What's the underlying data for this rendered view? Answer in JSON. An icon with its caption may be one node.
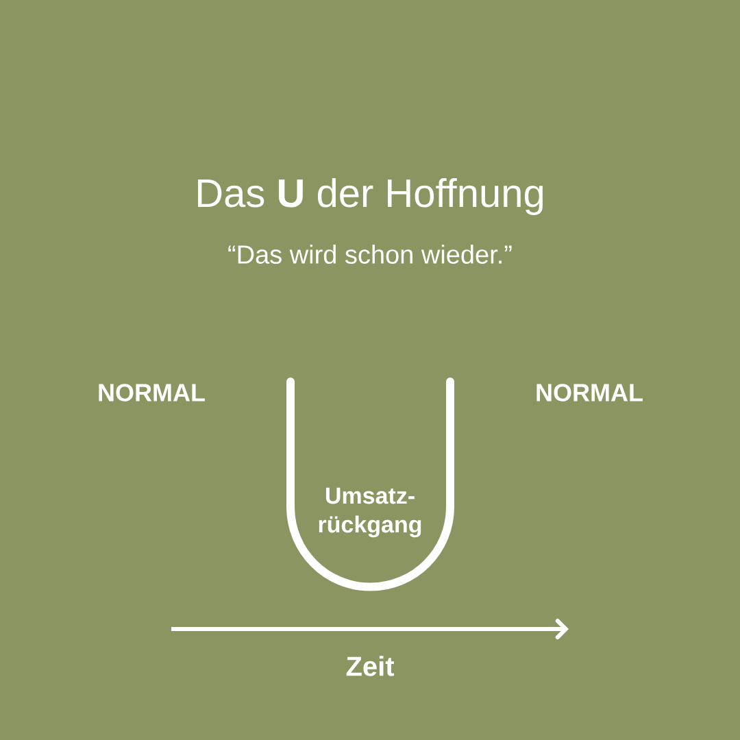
{
  "diagram": {
    "title": "Das **U** der Hoffnung",
    "labels": [
      "“Das wird schon wieder.”",
      "NORMAL",
      "NORMAL",
      "Umsatz- rückgang",
      "Zeit"
    ]
  }
}
